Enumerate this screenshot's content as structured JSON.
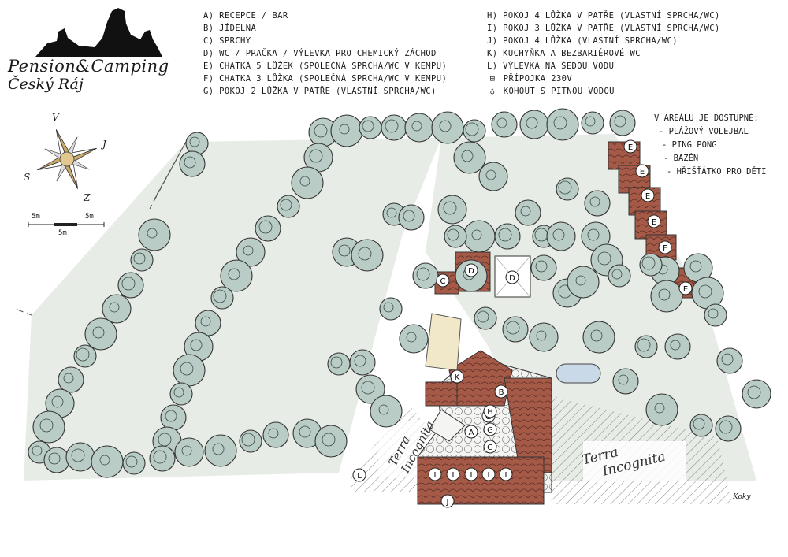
{
  "brand": {
    "line1": "Pension&Camping",
    "line2": "Český Ráj"
  },
  "legend_left": [
    "A) RECEPCE / BAR",
    "B) JÍDELNA",
    "C) SPRCHY",
    "D) WC / PRAČKA / VÝLEVKA PRO CHEMICKÝ ZÁCHOD",
    "E) CHATKA 5 LŮŽEK (SPOLEČNÁ SPRCHA/WC V KEMPU)",
    "F) CHATKA 3 LŮŽKA (SPOLEČNÁ SPRCHA/WC V KEMPU)",
    "G) POKOJ 2 LŮŽKA V PATŘE (VLASTNÍ SPRCHA/WC)"
  ],
  "legend_right": [
    "H) POKOJ 4 LŮŽKA V PATŘE (VLASTNÍ SPRCHA/WC)",
    "I) POKOJ 3 LŮŽKA V PATŘE (VLASTNÍ SPRCHA/WC)",
    "J) POKOJ 4 LŮŽKA (VLASTNÍ SPRCHA/WC)",
    "K) KUCHYŇKA A BEZBARIÉROVÉ WC",
    "L) VÝLEVKA NA ŠEDOU VODU"
  ],
  "legend_icons": [
    {
      "icon": "power-socket-icon",
      "label": "PŘÍPOJKA 230V"
    },
    {
      "icon": "water-tap-icon",
      "label": "KOHOUT S PITNOU VODOU"
    }
  ],
  "amenities": {
    "heading": "V AREÁLU JE DOSTUPNÉ:",
    "items": [
      "- PLÁŽOVÝ VOLEJBAL",
      "- PING PONG",
      "- BAZÉN",
      "- HŘIŠŤÁTKO PRO DĚTI"
    ]
  },
  "compass": {
    "n": "V",
    "e": "J",
    "s": "Z",
    "w": "S"
  },
  "scale": {
    "left": "5m",
    "right": "5m",
    "bottom": "5m"
  },
  "terra_incognita": [
    "Terra",
    "Incognita"
  ],
  "signature": "Koky",
  "map_labels": {
    "A": "A",
    "B": "B",
    "C": "C",
    "D": "D",
    "E": "E",
    "F": "F",
    "G": "G",
    "H": "H",
    "I": "I",
    "J": "J",
    "K": "K",
    "L": "L"
  },
  "colors": {
    "grass": "#e8ece6",
    "tree": "#b9ccc5",
    "roof": "#9c5545",
    "pool": "#c9d9e8"
  }
}
